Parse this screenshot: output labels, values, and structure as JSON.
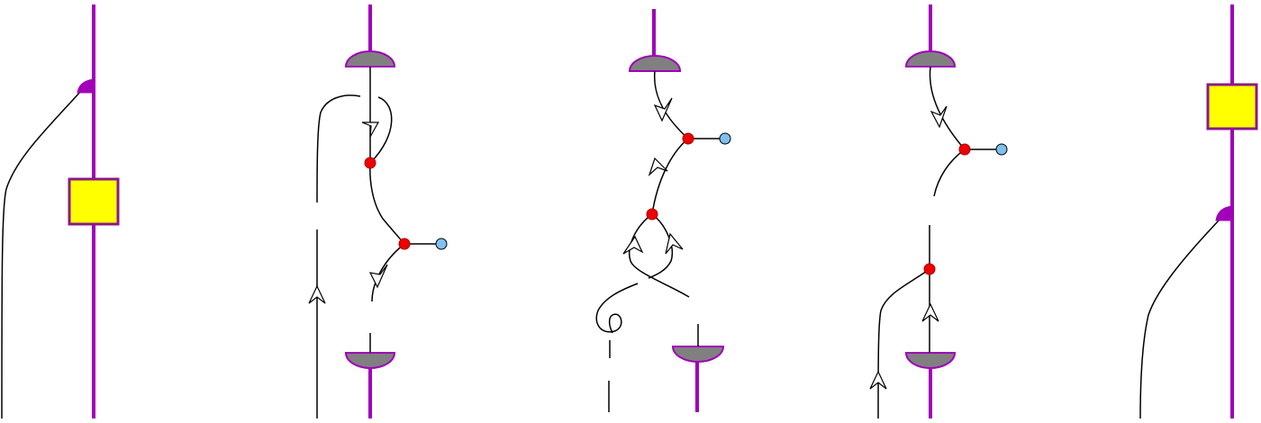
{
  "colors": {
    "wire": "#a000b8",
    "strand": "#000000",
    "box_fill": "#ffff00",
    "box_stroke": "#8a1a8a",
    "cap_fill": "#808080",
    "cap_stroke": "#a000b8",
    "vertex": "#ee0000",
    "leaf": "#7ec0ee",
    "arrow_fill": "#ffffff"
  },
  "panels": [
    {
      "id": "panel-1",
      "elements": [
        "purple-wire",
        "half-disc-joint",
        "yellow-box",
        "curved-strand"
      ]
    },
    {
      "id": "panel-2",
      "elements": [
        "purple-wire",
        "top-cap",
        "bottom-cap",
        "red-vertex",
        "red-vertex",
        "blue-leaf",
        "arrowhead",
        "arrowhead",
        "arrowhead"
      ]
    },
    {
      "id": "panel-3",
      "elements": [
        "purple-wire",
        "top-cap",
        "bottom-cap",
        "red-vertex",
        "red-vertex",
        "blue-leaf",
        "arrowhead",
        "arrowhead",
        "arrowhead",
        "arrowhead"
      ]
    },
    {
      "id": "panel-4",
      "elements": [
        "purple-wire",
        "top-cap",
        "bottom-cap",
        "red-vertex",
        "red-vertex",
        "blue-leaf",
        "arrowhead",
        "arrowhead",
        "arrowhead"
      ]
    },
    {
      "id": "panel-5",
      "elements": [
        "purple-wire",
        "half-disc-joint",
        "yellow-box",
        "curved-strand"
      ]
    }
  ]
}
